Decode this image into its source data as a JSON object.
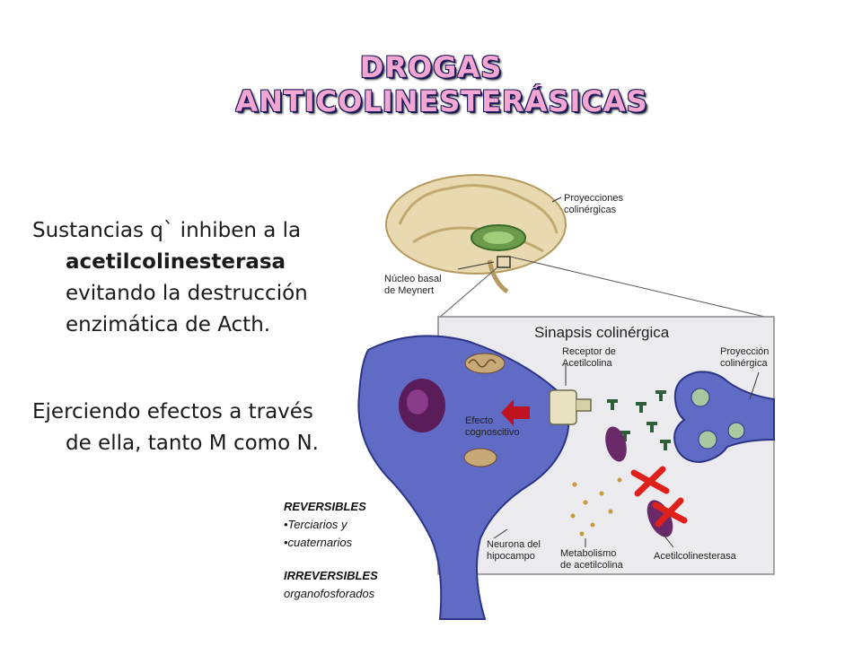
{
  "title": {
    "line1": "DROGAS",
    "line2": "ANTICOLINESTERÁSICAS"
  },
  "text": {
    "p1_a": "Sustancias q` inhiben  a la",
    "p1_b": "acetilcolinesterasa",
    "p1_c": "evitando la destrucción",
    "p1_d": "enzimática de Acth.",
    "p2_a": "Ejerciendo efectos a través",
    "p2_b": "de ella, tanto M como N."
  },
  "figure": {
    "proyecciones": "Proyecciones",
    "colinergicas": "colinérgicas",
    "nucleo1": "Núcleo basal",
    "nucleo2": "de Meynert",
    "sinapsis": "Sinapsis colinérgica",
    "receptor1": "Receptor de",
    "receptor2": "Acetilcolina",
    "proyeccion1": "Proyección",
    "proyeccion2": "colinérgica",
    "efecto1": "Efecto",
    "efecto2": "cognoscitivo",
    "neurona1": "Neurona del",
    "neurona2": "hipocampo",
    "metab1": "Metabolismo",
    "metab2": "de acetilcolina",
    "ache": "Acetilcolinesterasa"
  },
  "legend": {
    "reversibles": "REVERSIBLES",
    "item1": "•Terciarios y",
    "item2": "•cuaternarios",
    "irreversibles": "IRREVERSIBLES",
    "item3": "organofosforados"
  },
  "colors": {
    "title": "#f4a6d3",
    "neuron": "#5f6bc4",
    "box": "#ebebef",
    "x_mark": "#e0201a"
  }
}
